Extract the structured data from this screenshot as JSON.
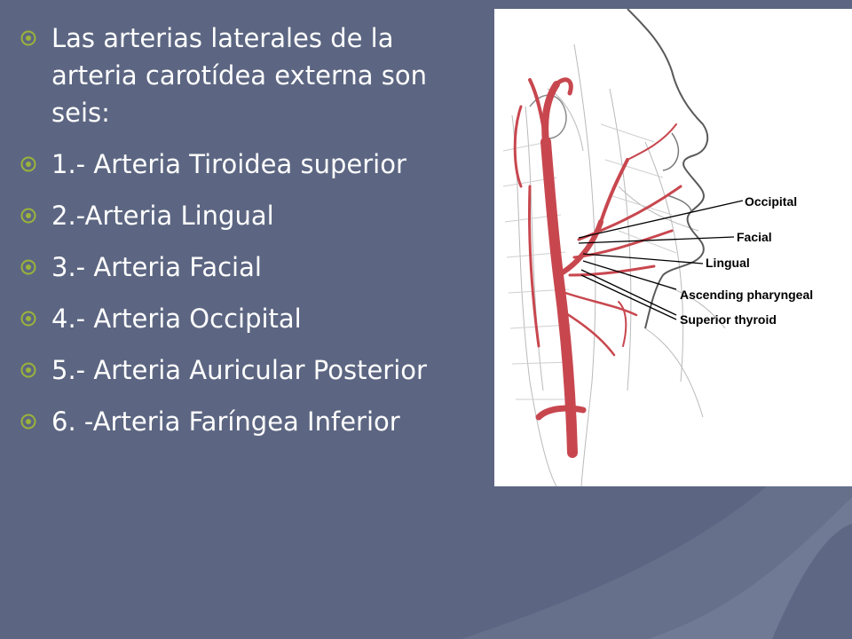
{
  "slide": {
    "bullets": [
      "Las arterias laterales de la arteria carotídea externa son seis:",
      "1.- Arteria Tiroidea superior",
      "2.-Arteria Lingual",
      "3.- Arteria Facial",
      "4.- Arteria Occipital",
      "5.- Arteria Auricular Posterior",
      "6. -Arteria Faríngea Inferior"
    ],
    "bullet_icon": "circled-dot-icon",
    "figure": {
      "labels": {
        "occipital": "Occipital",
        "facial": "Facial",
        "lingual": "Lingual",
        "ascending_pharyngeal": "Ascending pharyngeal",
        "superior_thyroid": "Superior thyroid"
      }
    }
  },
  "colors": {
    "background": "#5c6682",
    "text": "#ffffff",
    "bullet_marker": "#9bb33a",
    "artery": "#c8474f"
  }
}
